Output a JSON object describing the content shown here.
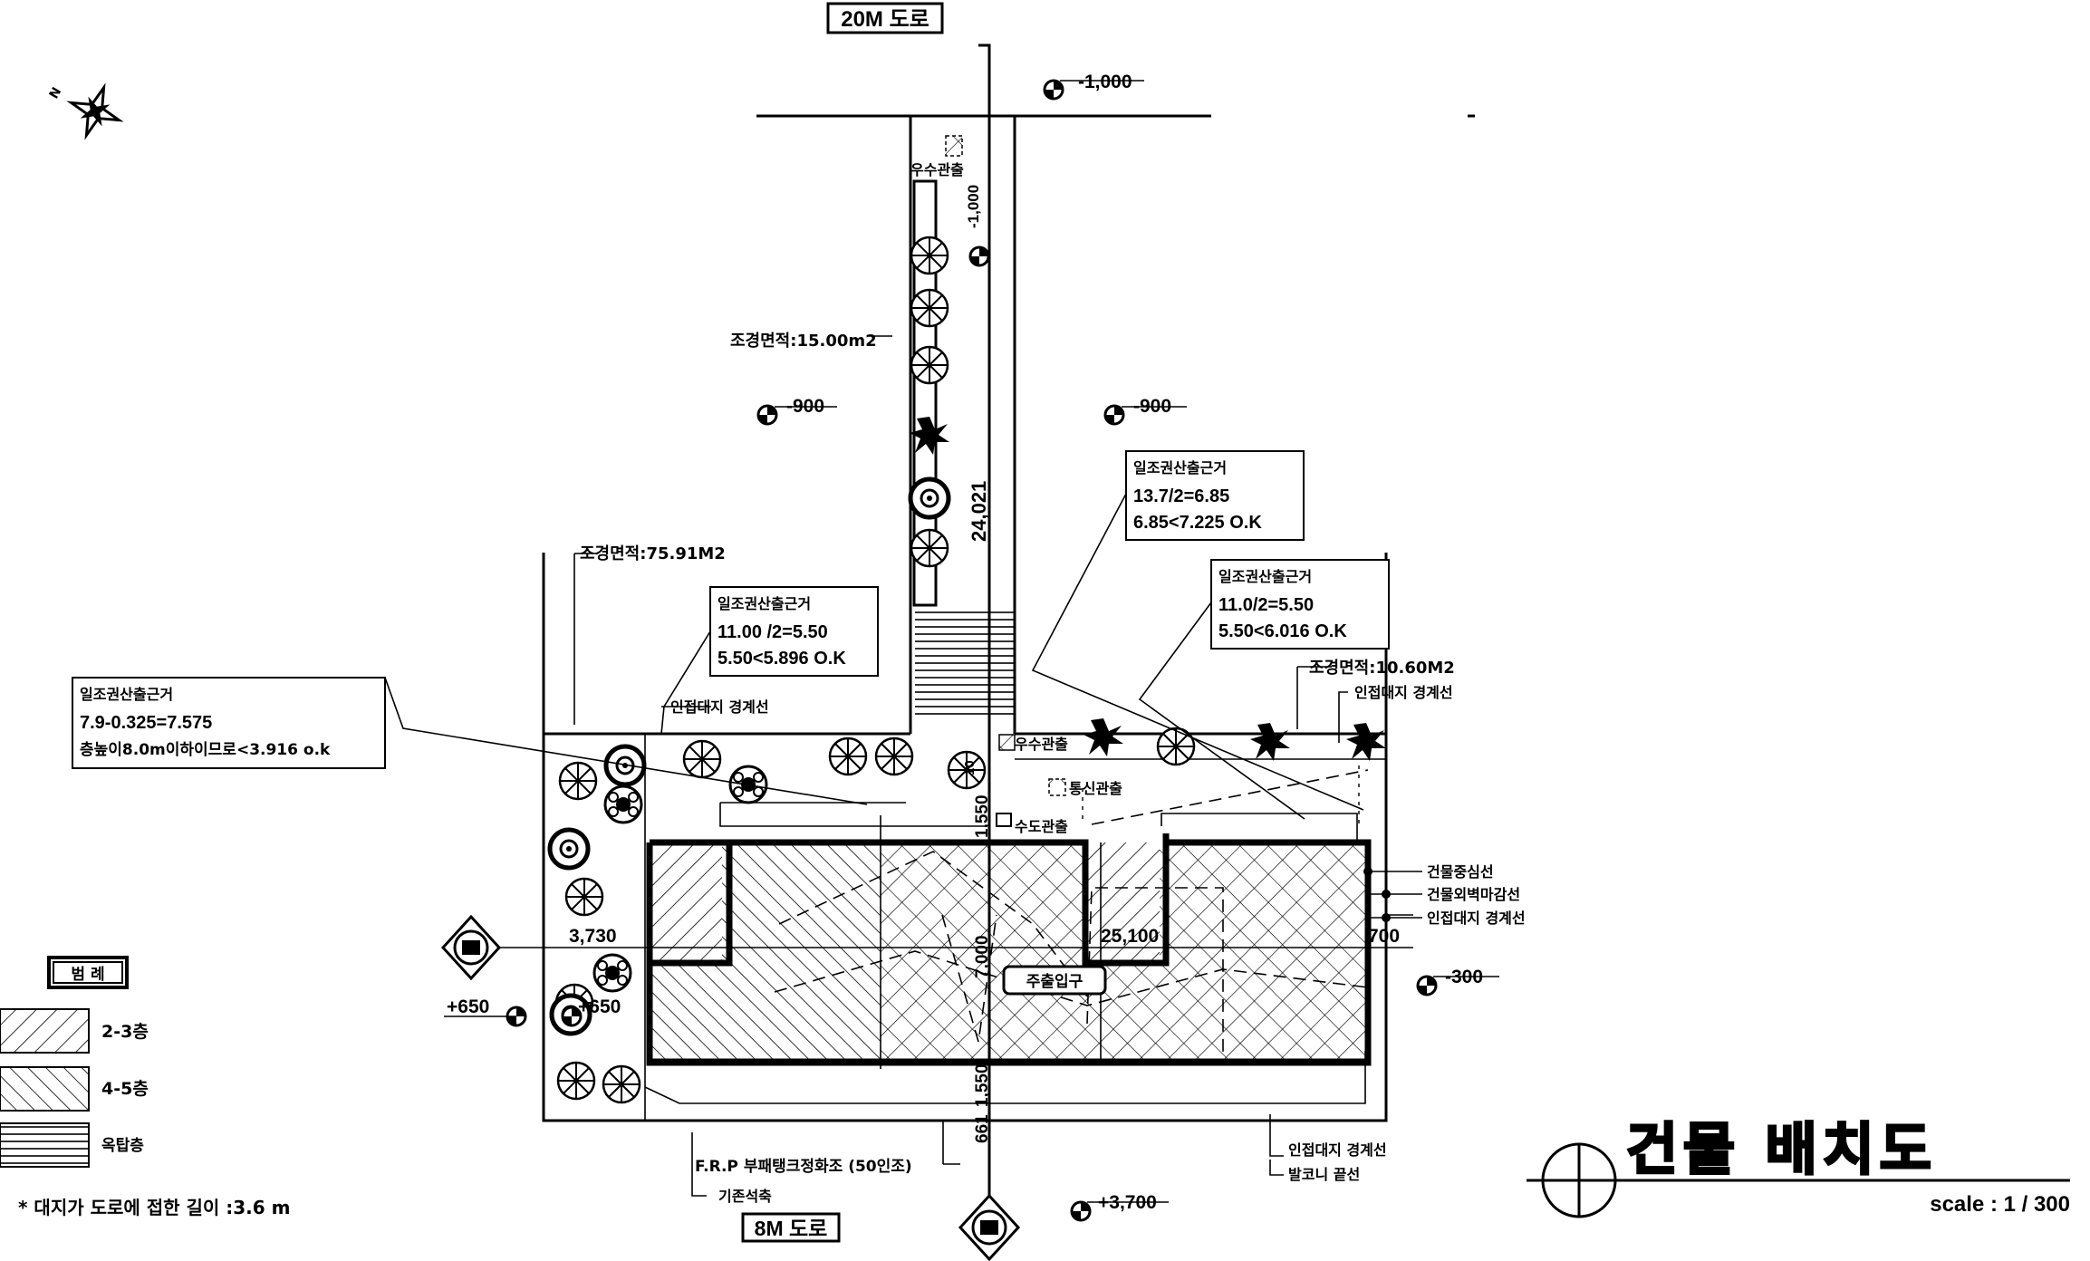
{
  "roads": {
    "north": "20M 도로",
    "south": "8M 도로"
  },
  "elevations": {
    "top_road": "-1,000",
    "vertical_road": "-1,000",
    "left_mid": "-900",
    "right_mid": "-900",
    "right_side": "-300",
    "left_side": "+650",
    "inner_left": "+650",
    "bottom": "+3,700"
  },
  "labels": {
    "water_tap_top": "우수관출",
    "landscape_area_1": "조경면적:15.00m2",
    "length_24021": "24,021",
    "landscape_area_2": "조경면적:75.91M2",
    "landscape_area_3": "조경면적:10.60M2",
    "adjacent_boundary_1": "인접대지 경계선",
    "adjacent_boundary_2": "인접대지 경계선",
    "water_tap_mid": "우수관출",
    "comm_tap": "통신관출",
    "water_supply": "수도관출",
    "building_center": "건물중심선",
    "building_outer_wall": "건물외벽마감선",
    "adjacent_boundary_3": "인접대지 경계선",
    "adjacent_boundary_4": "인접대지 경계선",
    "balcony_line": "발코니 끝선",
    "frp_tank": "F.R.P 부패탱크정화조 (50인조)",
    "existing_stone": "기존석축",
    "main_entrance": "주출입구",
    "dim_3730": "3,730",
    "dim_25100": "25,100",
    "dim_700": "700",
    "dim_1550_top": "1,550",
    "dim_7000": "7,000",
    "dim_1550_bottom": "1,550",
    "dim_661": "661",
    "dim_10": "10"
  },
  "callouts": {
    "box1": {
      "title": "일조권산출근거",
      "line1": "11.00 /2=5.50",
      "line2": "5.50<5.896  O.K"
    },
    "box2": {
      "title": "일조권산출근거",
      "line1": "13.7/2=6.85",
      "line2": "6.85<7.225 O.K"
    },
    "box3": {
      "title": "일조권산출근거",
      "line1": "11.0/2=5.50",
      "line2": "5.50<6.016 O.K"
    },
    "box4": {
      "title": "일조권산출근거",
      "line1": "7.9-0.325=7.575",
      "line2": "층높이8.0m이하이므로<3.916 o.k"
    }
  },
  "legend": {
    "title": "범 례",
    "items": [
      {
        "label": "2-3층"
      },
      {
        "label": "4-5층"
      },
      {
        "label": "옥탑층"
      }
    ]
  },
  "note": "* 대지가 도로에 접한 길이 :3.6 m",
  "drawing_title": {
    "title": "건물  배치도",
    "scale": "scale  :  1  /  300"
  }
}
